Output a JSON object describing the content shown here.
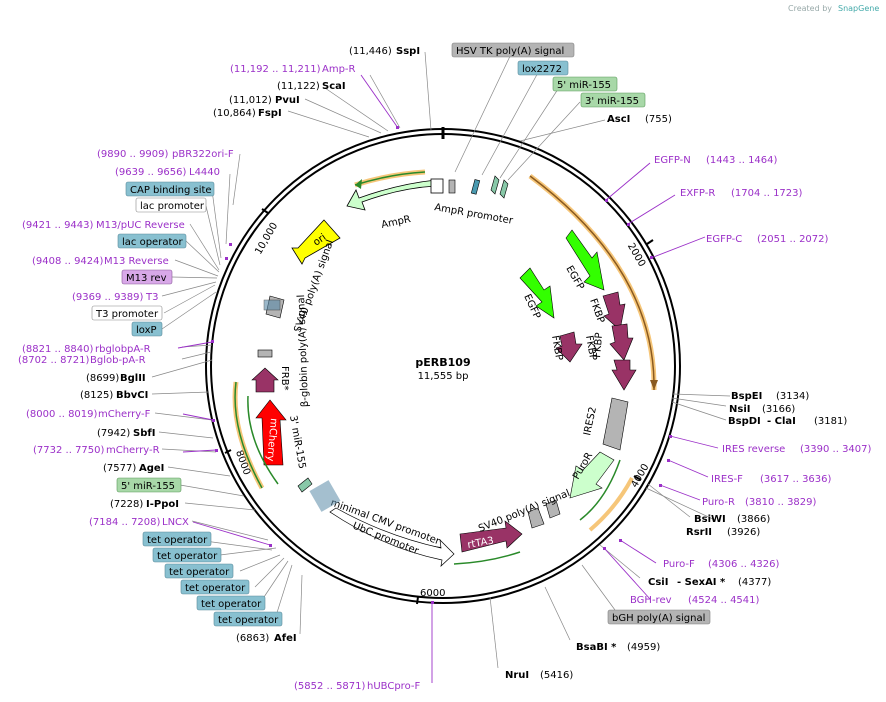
{
  "watermark": {
    "prefix": "Created by",
    "brand": "SnapGene"
  },
  "plasmid": {
    "name": "pERB109",
    "size": "11,555 bp"
  },
  "ticks": [
    "2000",
    "4000",
    "6000",
    "8000",
    "10,000"
  ],
  "sites": {
    "sspi": {
      "pos": "(11,446)",
      "name": "SspI"
    },
    "ampr_primer": {
      "pos": "(11,192 .. 11,211)",
      "name": "Amp-R"
    },
    "scai": {
      "pos": "(11,122)",
      "name": "ScaI"
    },
    "pvui": {
      "pos": "(11,012)",
      "name": "PvuI"
    },
    "fspi": {
      "pos": "(10,864)",
      "name": "FspI"
    },
    "pbr322": {
      "pos": "(9890 .. 9909)",
      "name": "pBR322ori-F"
    },
    "l4440": {
      "pos": "(9639 .. 9656)",
      "name": "L4440"
    },
    "cap": {
      "name": "CAP binding site"
    },
    "lacprom": {
      "name": "lac promoter"
    },
    "m13puc": {
      "pos": "(9421 .. 9443)",
      "name": "M13/pUC Reverse"
    },
    "lacop": {
      "name": "lac operator"
    },
    "m13rev_primer": {
      "pos": "(9408 .. 9424)",
      "name": "M13 Reverse"
    },
    "m13rev": {
      "name": "M13 rev"
    },
    "t3primer": {
      "pos": "(9369 .. 9389)",
      "name": "T3"
    },
    "t3prom": {
      "name": "T3 promoter"
    },
    "loxp": {
      "name": "loxP"
    },
    "rbglobpa": {
      "pos": "(8821 .. 8840)",
      "name": "rbglobpA-R"
    },
    "bglobpa": {
      "pos": "(8702 .. 8721)",
      "name": "Bglob-pA-R"
    },
    "bglii": {
      "pos": "(8699)",
      "name": "BglII"
    },
    "bbvci": {
      "pos": "(8125)",
      "name": "BbvCI"
    },
    "mcherryf": {
      "pos": "(8000 .. 8019)",
      "name": "mCherry-F"
    },
    "sbfi": {
      "pos": "(7942)",
      "name": "SbfI"
    },
    "mcherryr": {
      "pos": "(7732 .. 7750)",
      "name": "mCherry-R"
    },
    "agei": {
      "pos": "(7577)",
      "name": "AgeI"
    },
    "mir5b": {
      "name": "5' miR-155"
    },
    "ippoi": {
      "pos": "(7228)",
      "name": "I-PpoI"
    },
    "lncx": {
      "pos": "(7184 .. 7208)",
      "name": "LNCX"
    },
    "tetop": {
      "name": "tet operator"
    },
    "afei": {
      "pos": "(6863)",
      "name": "AfeI"
    },
    "hubcpro": {
      "pos": "(5852 .. 5871)",
      "name": "hUBCpro-F"
    },
    "nrui": {
      "pos": "(5416)",
      "name": "NruI"
    },
    "bsabi": {
      "pos": "(4959)",
      "name": "BsaBI *"
    },
    "bgh": {
      "name": "bGH poly(A) signal"
    },
    "bghrev": {
      "pos": "(4524 .. 4541)",
      "name": "BGH-rev"
    },
    "csii": {
      "name": "CsiI",
      "name2": "- SexAI *",
      "pos": "(4377)"
    },
    "purof": {
      "pos": "(4306 .. 4326)",
      "name": "Puro-F"
    },
    "rsrii": {
      "name": "RsrII",
      "pos": "(3926)"
    },
    "bsiwi": {
      "name": "BsiWI",
      "pos": "(3866)"
    },
    "puror": {
      "name": "Puro-R",
      "pos": "(3810 .. 3829)"
    },
    "iresf": {
      "name": "IRES-F",
      "pos": "(3617 .. 3636)"
    },
    "iresrev": {
      "name": "IRES reverse",
      "pos": "(3390 .. 3407)"
    },
    "bspdi": {
      "name": "BspDI",
      "name2": "- ClaI",
      "pos": "(3181)"
    },
    "nsii": {
      "name": "NsiI",
      "pos": "(3166)"
    },
    "bspei": {
      "name": "BspEI",
      "pos": "(3134)"
    },
    "egfpc": {
      "name": "EGFP-C",
      "pos": "(2051 .. 2072)"
    },
    "exfpr": {
      "name": "EXFP-R",
      "pos": "(1704 .. 1723)"
    },
    "egfpn": {
      "name": "EGFP-N",
      "pos": "(1443 .. 1464)"
    },
    "asci": {
      "name": "AscI",
      "pos": "(755)"
    },
    "mir3a": {
      "name": "3' miR-155"
    },
    "mir5a": {
      "name": "5' miR-155"
    },
    "lox2272": {
      "name": "lox2272"
    },
    "hsvtk": {
      "name": "HSV TK poly(A) signal"
    }
  },
  "features": {
    "ampr": "AmpR",
    "ampr_promoter": "AmpR promoter",
    "ori": "ori",
    "sv40pa_left": "SV40 poly(A) signal",
    "bglobin_pa": "β-globin poly(A) signal",
    "frb": "FRB*",
    "mcherry": "mCherry",
    "mir3b": "3' miR-155",
    "egfp1": "EGFP",
    "egfp2": "EGFP",
    "fkbp1": "FKBP",
    "fkbp2": "FKBP",
    "fkbp3": "FKBP",
    "fkbp4": "FKBP",
    "ires2": "IRES2",
    "puror": "PuroR",
    "sv40pa_bottom": "SV40 poly(A) signal",
    "rtta3": "rtTA3",
    "min_cmv": "minimal CMV promoter",
    "ubc": "UbC promoter"
  },
  "colors": {
    "primer": "#9b30c8",
    "ampr_fill": "#ccffcc",
    "ori": "#ffff00",
    "egfp": "#33ff00",
    "fkbp": "#993366",
    "mcherry": "#ff0000",
    "rtta3": "#993366",
    "box_blue": "#88c0d0",
    "box_green": "#a8d8a8",
    "box_gray": "#b4b4b4",
    "box_purple": "#d8a8e8",
    "orange": "#f0a020"
  }
}
